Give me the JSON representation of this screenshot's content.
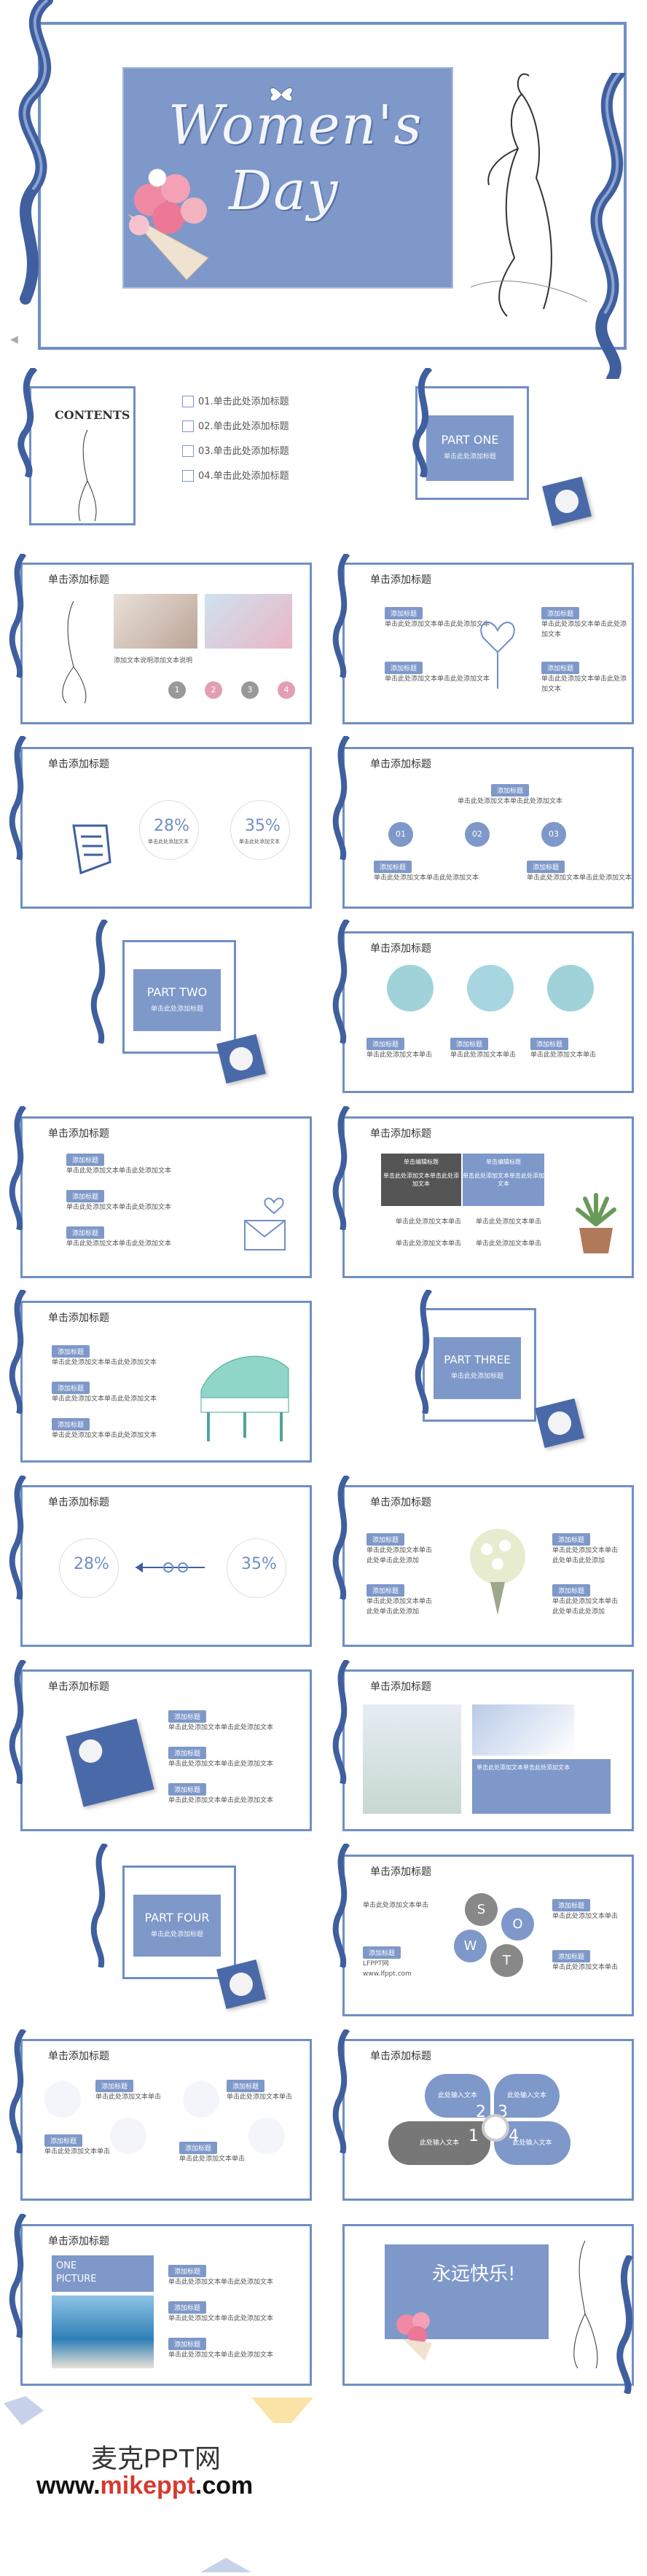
{
  "cover": {
    "title_line1": "Women's",
    "title_line2": "Day"
  },
  "contents": {
    "heading": "CONTENTS",
    "items": [
      "01.单击此处添加标题",
      "02.单击此处添加标题",
      "03.单击此处添加标题",
      "04.单击此处添加标题"
    ]
  },
  "parts": {
    "one": {
      "title": "PART ONE",
      "sub": "单击此处添加标题"
    },
    "two": {
      "title": "PART TWO",
      "sub": "单击此处添加标题"
    },
    "three": {
      "title": "PART THREE",
      "sub": "单击此处添加标题"
    },
    "four": {
      "title": "PART FOUR",
      "sub": "单击此处添加标题"
    }
  },
  "common": {
    "slide_title": "单击添加标题",
    "badge": "添加标题",
    "body": "单击此处添加文本单击此处添加文本",
    "body_short": "单击此处添加文本单击",
    "body_two": "此处单击此处添加",
    "caption": "添加文本说明添加文本说明"
  },
  "stats": {
    "p1": "28%",
    "p2": "35%",
    "p1_label": "单击此处添加文本",
    "p2_label": "单击此处添加文本"
  },
  "steps": [
    "01",
    "02",
    "03"
  ],
  "row_nums": [
    "1",
    "2",
    "3",
    "4"
  ],
  "sowt": {
    "s": "S",
    "o": "O",
    "w": "W",
    "t": "T"
  },
  "petal": {
    "n1": "1",
    "n2": "2",
    "n3": "3",
    "n4": "4",
    "label": "此处输入文本"
  },
  "table": {
    "h1": "单击编辑标题",
    "h2": "单击编辑标题"
  },
  "mid_slide": {
    "url": "www.lfppt.com",
    "company": "LFPPT网"
  },
  "one_picture": {
    "line1": "ONE",
    "line2": "PICTURE"
  },
  "ending": {
    "text": "永远快乐!"
  },
  "footer": {
    "brand": "麦克PPT网",
    "url_prefix": "www.",
    "url_mid": "mikeppt",
    "url_suffix": ".com"
  }
}
